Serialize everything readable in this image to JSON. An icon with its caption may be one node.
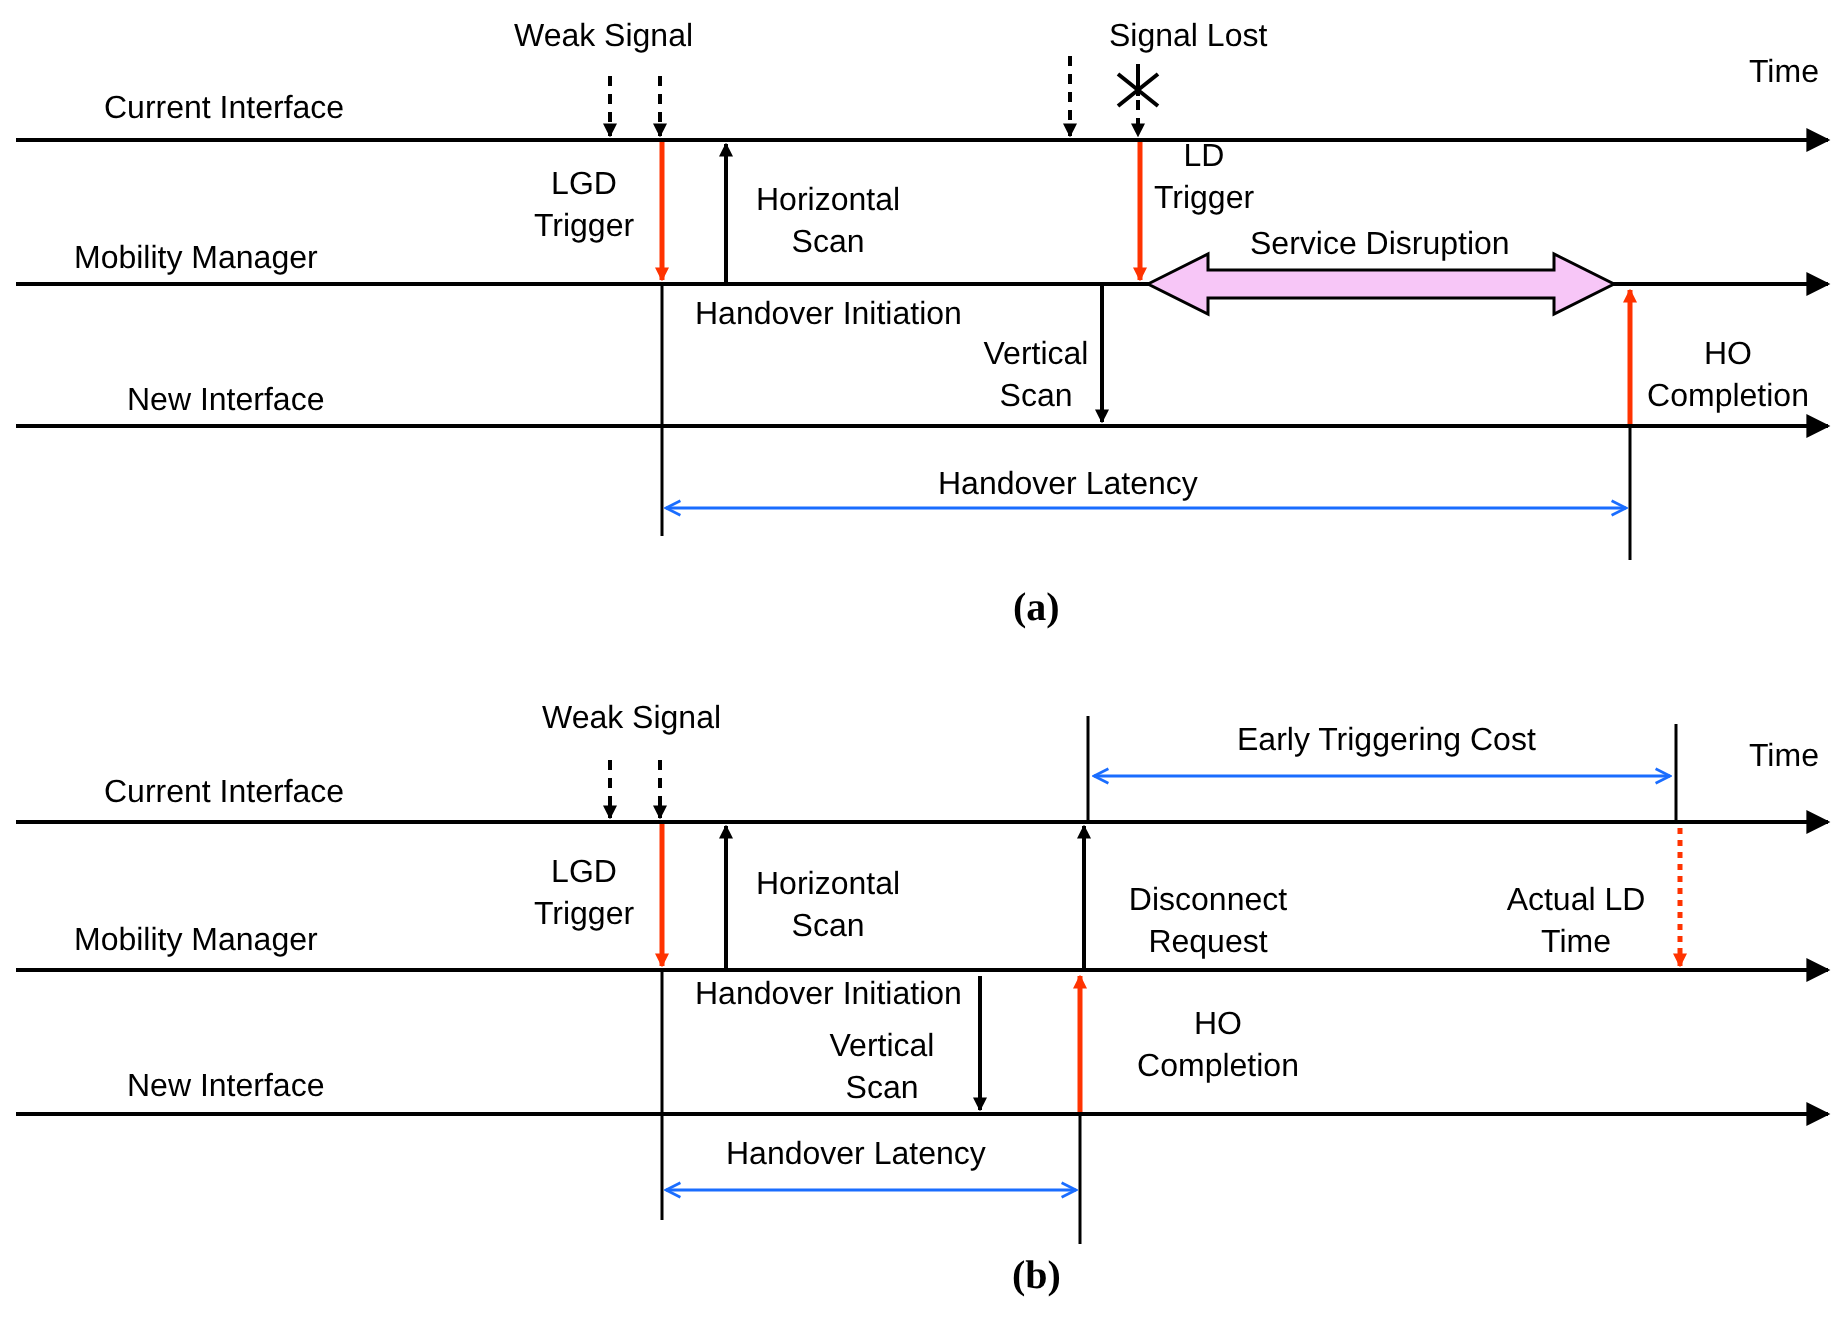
{
  "diagram": {
    "labels": [
      "Weak Signal",
      "Signal Lost",
      "Current Interface",
      "Time",
      "LGD Trigger",
      "Horizontal Scan",
      "LD Trigger",
      "Service Disruption",
      "Mobility Manager",
      "Handover Initiation",
      "Vertical Scan",
      "HO Completion",
      "New Interface",
      "Handover Latency",
      "(a)",
      "Weak Signal",
      "Early Triggering Cost",
      "Time",
      "Current Interface",
      "LGD Trigger",
      "Horizontal Scan",
      "Disconnect Request",
      "Actual LD Time",
      "Mobility Manager",
      "Handover Initiation",
      "Vertical Scan",
      "HO Completion",
      "New Interface",
      "Handover Latency",
      "(b)"
    ]
  }
}
